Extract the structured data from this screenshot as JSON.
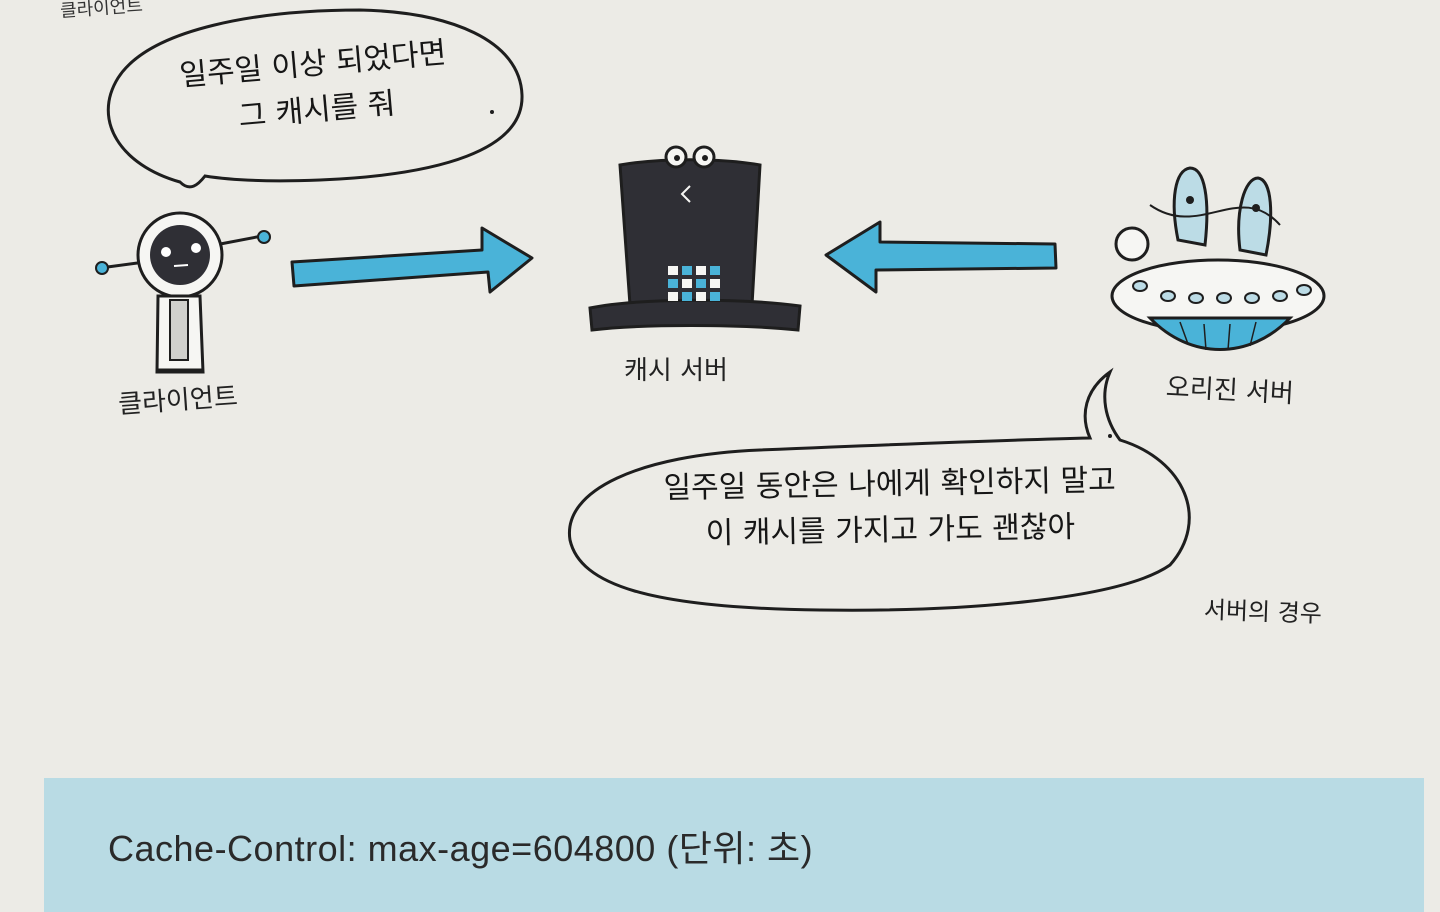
{
  "corner_label": "클라이언트",
  "client_bubble": {
    "line1": "일주일 이상 되었다면",
    "line2": "그 캐시를 줘"
  },
  "server_bubble": {
    "line1": "일주일 동안은 나에게 확인하지 말고",
    "line2": "이 캐시를 가지고 가도 괜찮아"
  },
  "labels": {
    "client": "클라이언트",
    "cache_server": "캐시 서버",
    "origin_server": "오리진 서버",
    "server_case": "서버의 경우"
  },
  "code": "Cache-Control: max-age=604800 (단위: 초)",
  "colors": {
    "arrow": "#4ab3d8",
    "band": "#b9dbe4",
    "hat": "#2f2f35",
    "paper": "#ecebe6"
  }
}
